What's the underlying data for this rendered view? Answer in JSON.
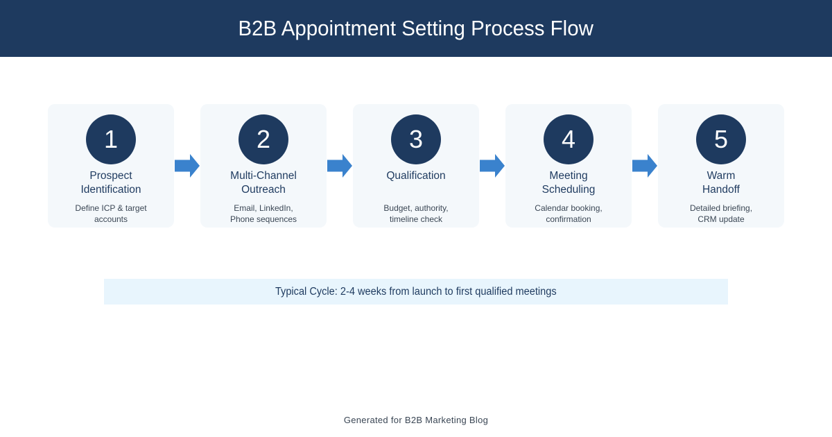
{
  "header": {
    "title": "B2B Appointment Setting Process Flow"
  },
  "steps": [
    {
      "number": "1",
      "title": "Prospect\nIdentification",
      "subtitle": "Define ICP & target\naccounts"
    },
    {
      "number": "2",
      "title": "Multi-Channel\nOutreach",
      "subtitle": "Email, LinkedIn,\nPhone sequences"
    },
    {
      "number": "3",
      "title": "Qualification",
      "subtitle": "Budget, authority,\ntimeline check"
    },
    {
      "number": "4",
      "title": "Meeting\nScheduling",
      "subtitle": "Calendar booking,\nconfirmation"
    },
    {
      "number": "5",
      "title": "Warm\nHandoff",
      "subtitle": "Detailed briefing,\nCRM update"
    }
  ],
  "banner": {
    "text": "Typical Cycle: 2-4 weeks from launch to first qualified meetings"
  },
  "footer": {
    "text": "Generated for B2B Marketing Blog"
  },
  "colors": {
    "navy": "#1e3a5f",
    "card_bg": "#f4f8fb",
    "arrow_blue": "#3a82cd",
    "banner_bg": "#e8f5fd",
    "subtitle_gray": "#3a4654"
  }
}
